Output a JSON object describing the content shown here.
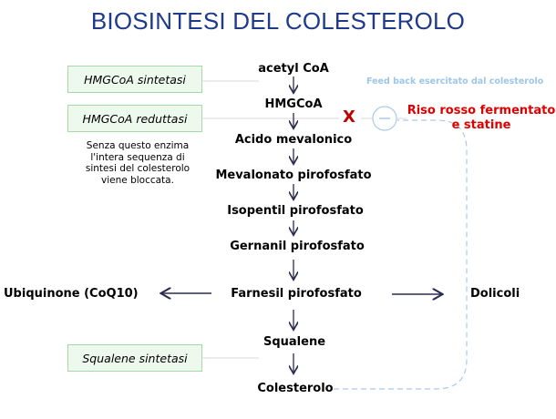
{
  "title": "BIOSINTESI DEL COLESTEROLO",
  "pathway": {
    "steps": [
      "acetyl CoA",
      "HMGCoA",
      "Acido mevalonico",
      "Mevalonato pirofosfato",
      "Isopentil pirofosfato",
      "Gernanil  pirofosfato",
      "Farnesil pirofosfato",
      "Squalene",
      "Colesterolo"
    ]
  },
  "enzymes": {
    "hmgcoa_sintetasi": "HMGCoA sintetasi",
    "hmgcoa_reduttasi": "HMGCoA reduttasi",
    "squalene_sintetasi": "Squalene sintetasi"
  },
  "note": {
    "line1": "Senza questo enzima",
    "line2": "l'intera sequenza di",
    "line3": "sintesi del colesterolo",
    "line4": "viene bloccata."
  },
  "feedback": {
    "label": "Feed back esercitato dal colesterolo",
    "inhibit_symbol": "−",
    "block_mark": "X"
  },
  "inhibitors": {
    "line1": "Riso rosso fermentato",
    "line2": "e statine"
  },
  "branches": {
    "left": "Ubiquinone (CoQ10)",
    "right": "Dolicoli"
  },
  "colors": {
    "title": "#1f3a8a",
    "enzyme_border": "#a7d8a7",
    "enzyme_fill": "#eef9ee",
    "feedback": "#9ec6e8",
    "inhibitor": "#e00000",
    "arrow": "#2b2b4f"
  }
}
